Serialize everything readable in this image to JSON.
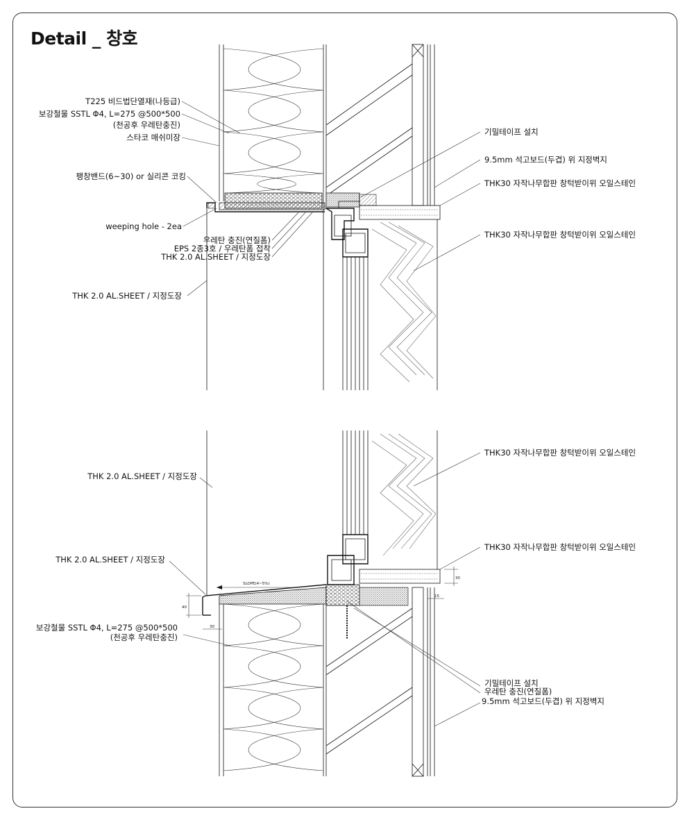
{
  "title": "Detail _ 창호",
  "labels": {
    "t225": "T225 비드법단열재(나등급)",
    "rebar_top_1": "보강철물 SSTL Φ4, L=275 @500*500",
    "rebar_top_2": "(천공후 우레탄충진)",
    "stucco": "스타코 매쉬미장",
    "band": "팽창밴드(6~30) or 실리콘 코킹",
    "weeping": "weeping hole - 2ea",
    "urethane": "우레탄 충진(연질폼)",
    "eps": "EPS 2종3호 / 우레탄폼 접착",
    "al_top_small": "THK 2.0 AL.SHEET / 지정도장",
    "al_top_left": "THK 2.0 AL.SHEET / 지정도장",
    "air_tape_top": "기밀테이프 설치",
    "gypsum_top": "9.5mm 석고보드(두겹) 위 지정벽지",
    "thk30_top_1": "THK30 자작나무합판 창턱받이위 오일스테인",
    "thk30_top_2": "THK30 자작나무합판 창턱받이위 오일스테인",
    "al_bot_1": "THK 2.0 AL.SHEET / 지정도장",
    "al_bot_2": "THK 2.0 AL.SHEET / 지정도장",
    "thk30_bot_1": "THK30 자작나무합판 창턱받이위 오일스테인",
    "thk30_bot_2": "THK30 자작나무합판 창턱받이위 오일스테인",
    "rebar_bot_1": "보강철물 SSTL Φ4, L=275 @500*500",
    "rebar_bot_2": "(천공후 우레탄충진)",
    "air_tape_bot": "기밀테이프 설치",
    "urethane_bot": "우레탄 충진(연질폼)",
    "gypsum_bot": "9.5mm 석고보드(두겹) 위 지정벽지"
  },
  "dimensions": {
    "slope": "SLOPE(4~5%)",
    "d30_right": "30",
    "d15": "15",
    "d40": "40",
    "d30_bottom": "30"
  }
}
